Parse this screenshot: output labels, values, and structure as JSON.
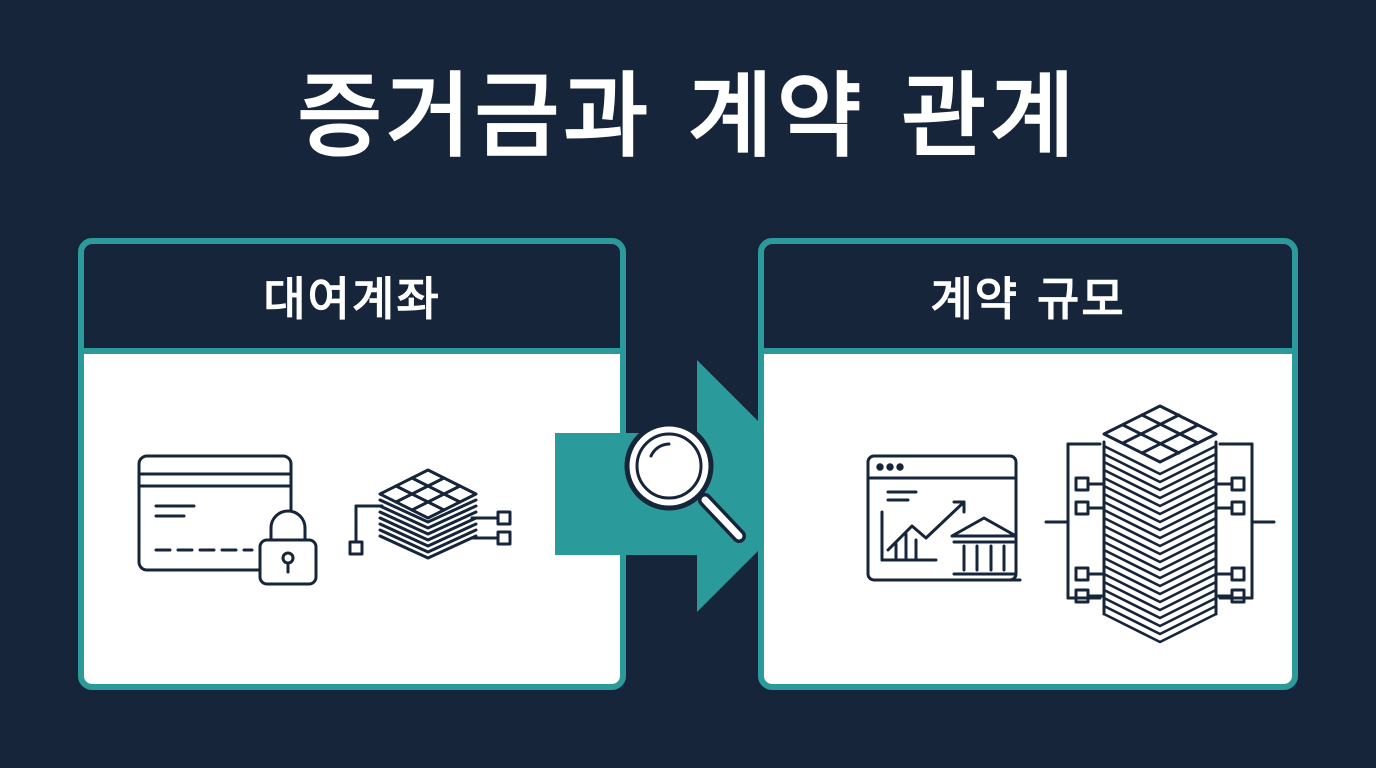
{
  "title": "증거금과 계약 관계",
  "left_panel": {
    "header": "대여계좌"
  },
  "right_panel": {
    "header": "계약 규모"
  },
  "icons": {
    "left": [
      "credit-card-icon",
      "lock-icon",
      "chip-stack-icon"
    ],
    "connector": [
      "arrow-right-icon",
      "magnifier-icon"
    ],
    "right": [
      "trading-chart-window-icon",
      "bank-icon",
      "server-rack-icon"
    ]
  },
  "colors": {
    "background": "#16253a",
    "accent": "#2a9a9a",
    "panel": "#ffffff",
    "line": "#16253a"
  }
}
